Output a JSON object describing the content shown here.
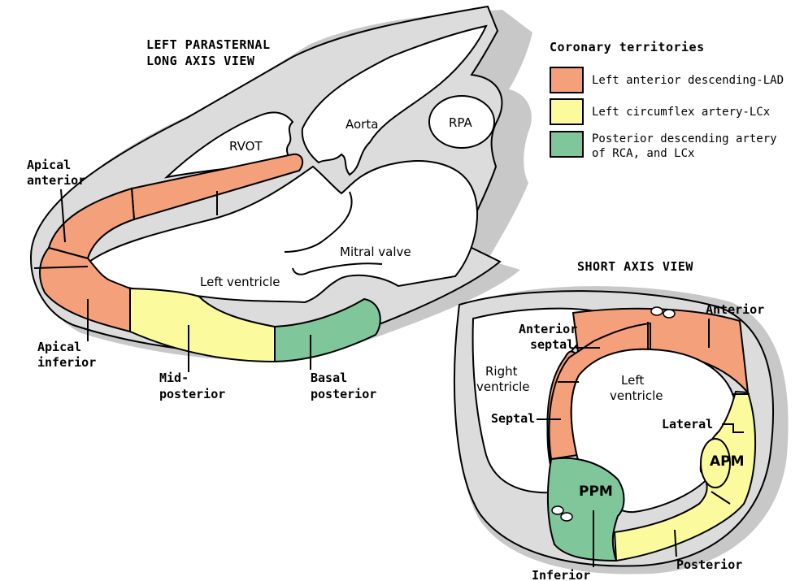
{
  "titles": {
    "long_axis_line1": "LEFT PARASTERNAL",
    "long_axis_line2": "LONG AXIS VIEW",
    "short_axis": "SHORT AXIS VIEW"
  },
  "legend": {
    "title": "Coronary territories",
    "items": [
      {
        "color": "#f4a07a",
        "lines": [
          "Left anterior descending-LAD"
        ]
      },
      {
        "color": "#fbfb9e",
        "lines": [
          "Left circumflex artery-LCx"
        ]
      },
      {
        "color": "#7fc79a",
        "lines": [
          "Posterior descending artery",
          "of RCA, and LCx"
        ]
      }
    ]
  },
  "long_axis": {
    "structures": {
      "rvot": "RVOT",
      "aorta": "Aorta",
      "rpa": "RPA",
      "mitral_valve": "Mitral valve",
      "left_ventricle": "Left ventricle"
    },
    "segments": {
      "apical_anterior": [
        "Apical",
        "anterior"
      ],
      "apical_inferior": [
        "Apical",
        "inferior"
      ],
      "mid_posterior": [
        "Mid-",
        "posterior"
      ],
      "basal_posterior": [
        "Basal",
        "posterior"
      ]
    }
  },
  "short_axis": {
    "structures": {
      "right_ventricle": [
        "Right",
        "ventricle"
      ],
      "left_ventricle": [
        "Left",
        "ventricle"
      ],
      "apm": "APM",
      "ppm": "PPM"
    },
    "segments": {
      "anterior": "Anterior",
      "anterior_septal": [
        "Anterior",
        "septal"
      ],
      "septal": "Septal",
      "lateral": "Lateral",
      "inferior": "Inferior",
      "posterior": "Posterior"
    }
  },
  "colors": {
    "lad": "#f4a07a",
    "lcx": "#fbfb9e",
    "rca": "#7fc79a",
    "wall": "#dcdcdc",
    "shadow": "#c8c8c8"
  }
}
